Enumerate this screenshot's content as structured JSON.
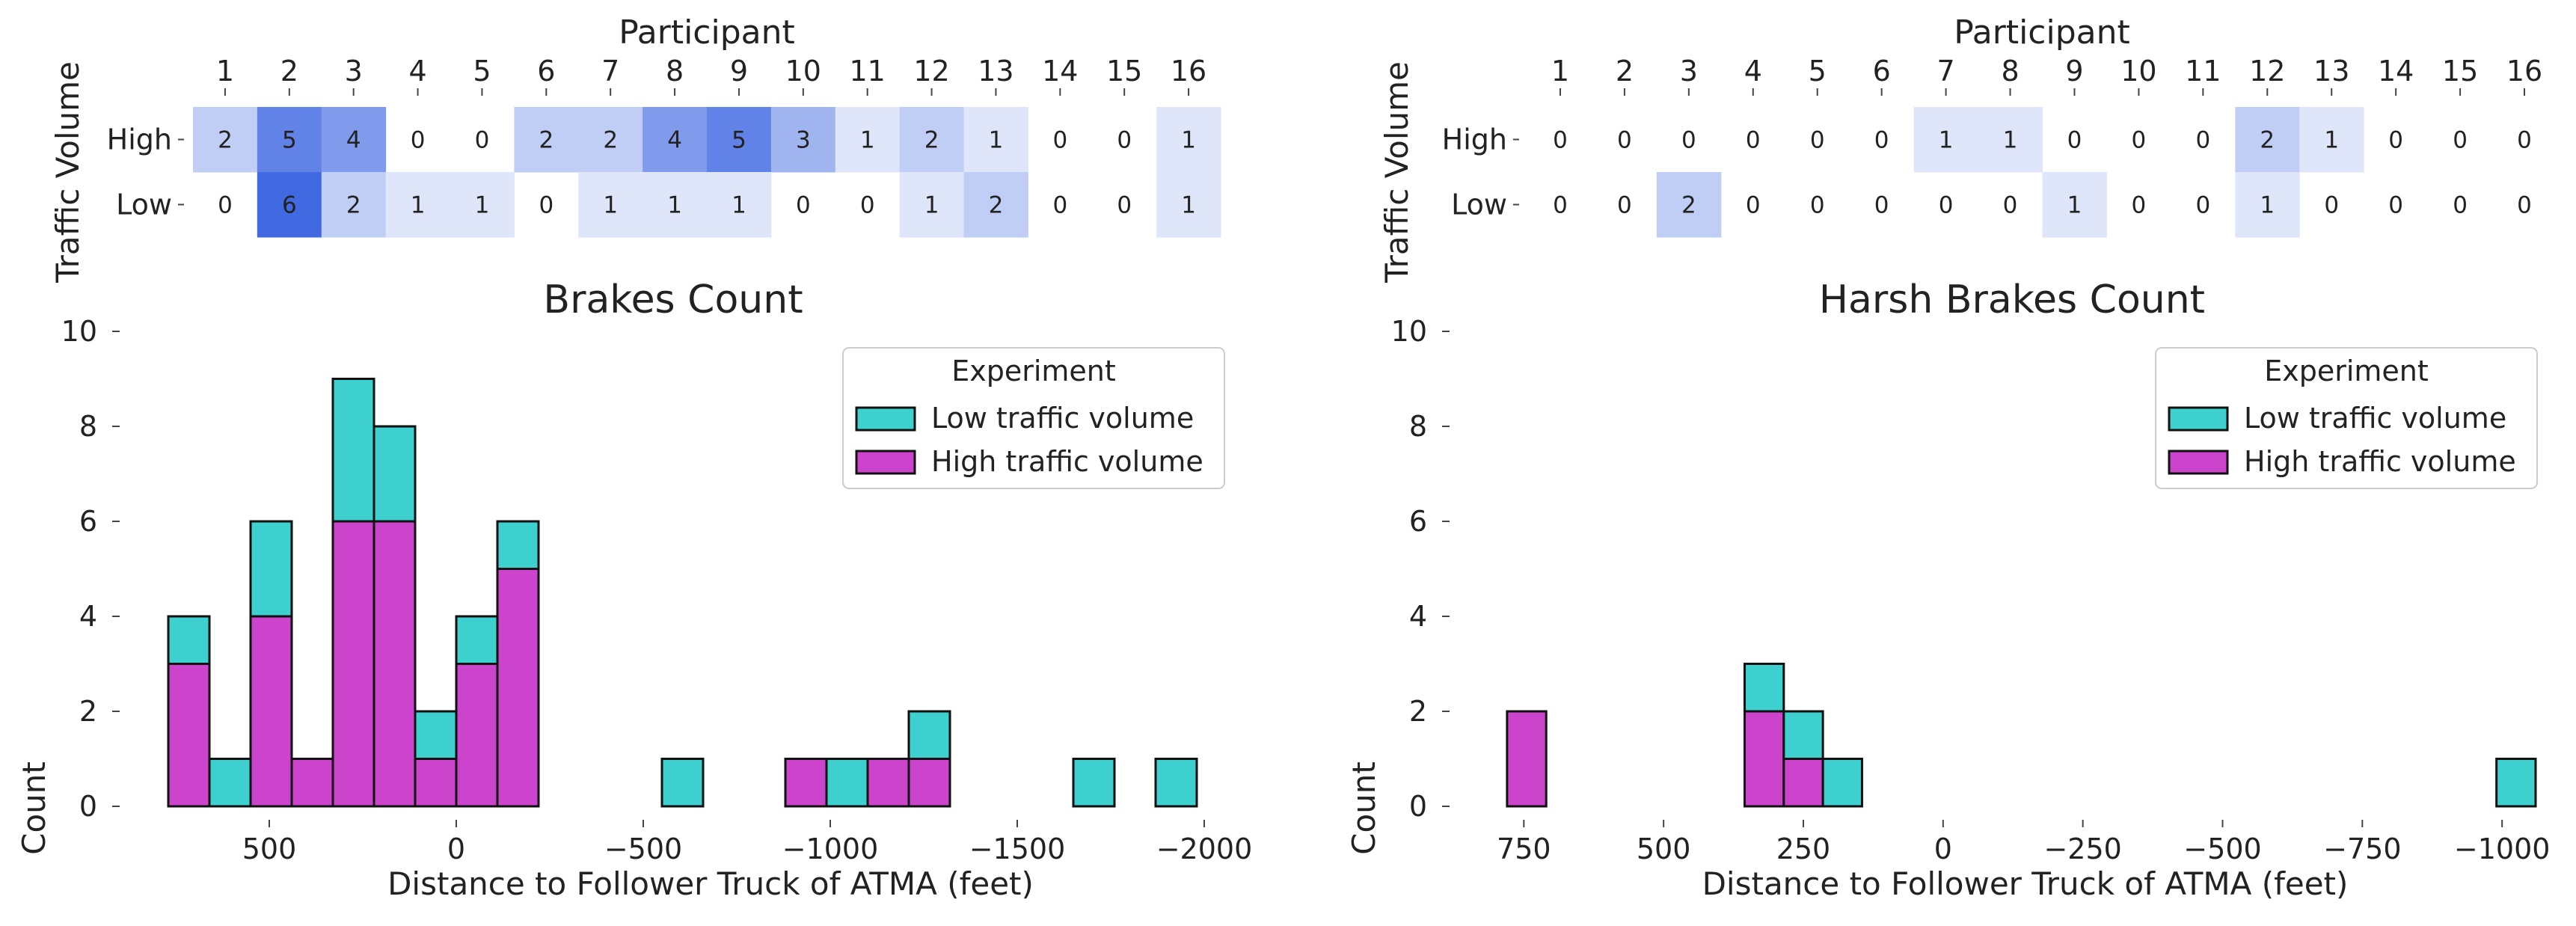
{
  "colors": {
    "low": "#3ECFCF",
    "high": "#CC44CC",
    "heatmap_max": "#4169E1"
  },
  "chart_data": [
    {
      "type": "heatmap",
      "title": "Participant",
      "ylabel": "Traffic Volume",
      "x": [
        "1",
        "2",
        "3",
        "4",
        "5",
        "6",
        "7",
        "8",
        "9",
        "10",
        "11",
        "12",
        "13",
        "14",
        "15",
        "16"
      ],
      "rows": [
        "High",
        "Low"
      ],
      "values": [
        [
          2,
          5,
          4,
          0,
          0,
          2,
          2,
          4,
          5,
          3,
          1,
          2,
          1,
          0,
          0,
          1
        ],
        [
          0,
          6,
          2,
          1,
          1,
          0,
          1,
          1,
          1,
          0,
          0,
          1,
          2,
          0,
          0,
          1
        ]
      ]
    },
    {
      "type": "bar",
      "stacked": true,
      "title": "Brakes Count",
      "xlabel": "Distance to Follower Truck of ATMA (feet)",
      "ylabel": "Count",
      "xlim": [
        770,
        -2050
      ],
      "xticks": [
        500,
        0,
        -500,
        -1000,
        -1500,
        -2000
      ],
      "xtick_labels": [
        "500",
        "0",
        "−500",
        "−1000",
        "−1500",
        "−2000"
      ],
      "ylim": [
        0,
        10
      ],
      "yticks": [
        0,
        2,
        4,
        6,
        8,
        10
      ],
      "bin_edges": [
        770,
        660,
        550,
        440,
        330,
        220,
        110,
        0,
        -110,
        -550,
        -660,
        -880,
        -990,
        -1100,
        -1210,
        -1650,
        -1760,
        -1870,
        -1980
      ],
      "bins": [
        {
          "x0": 770,
          "x1": 660,
          "high": 3,
          "low": 1
        },
        {
          "x0": 660,
          "x1": 550,
          "high": 0,
          "low": 1
        },
        {
          "x0": 550,
          "x1": 440,
          "high": 4,
          "low": 2
        },
        {
          "x0": 440,
          "x1": 330,
          "high": 1,
          "low": 0
        },
        {
          "x0": 330,
          "x1": 220,
          "high": 6,
          "low": 3
        },
        {
          "x0": 220,
          "x1": 110,
          "high": 6,
          "low": 2
        },
        {
          "x0": 110,
          "x1": 0,
          "high": 1,
          "low": 1
        },
        {
          "x0": 0,
          "x1": -110,
          "high": 3,
          "low": 1
        },
        {
          "x0": -110,
          "x1": -220,
          "high": 5,
          "low": 1
        },
        {
          "x0": -550,
          "x1": -660,
          "high": 0,
          "low": 1
        },
        {
          "x0": -880,
          "x1": -990,
          "high": 1,
          "low": 0
        },
        {
          "x0": -990,
          "x1": -1100,
          "high": 0,
          "low": 1
        },
        {
          "x0": -1100,
          "x1": -1210,
          "high": 1,
          "low": 0
        },
        {
          "x0": -1210,
          "x1": -1320,
          "high": 1,
          "low": 1
        },
        {
          "x0": -1650,
          "x1": -1760,
          "high": 0,
          "low": 1
        },
        {
          "x0": -1870,
          "x1": -1980,
          "high": 0,
          "low": 1
        }
      ],
      "legend": {
        "title": "Experiment",
        "placement": "top-right",
        "entries": [
          "Low traffic volume",
          "High traffic volume"
        ]
      }
    },
    {
      "type": "heatmap",
      "title": "Participant",
      "ylabel": "Traffic Volume",
      "x": [
        "1",
        "2",
        "3",
        "4",
        "5",
        "6",
        "7",
        "8",
        "9",
        "10",
        "11",
        "12",
        "13",
        "14",
        "15",
        "16"
      ],
      "rows": [
        "High",
        "Low"
      ],
      "values": [
        [
          0,
          0,
          0,
          0,
          0,
          0,
          1,
          1,
          0,
          0,
          0,
          2,
          1,
          0,
          0,
          0
        ],
        [
          0,
          0,
          2,
          0,
          0,
          0,
          0,
          0,
          1,
          0,
          0,
          1,
          0,
          0,
          0,
          0
        ]
      ]
    },
    {
      "type": "bar",
      "stacked": true,
      "title": "Harsh Brakes Count",
      "xlabel": "Distance to Follower Truck of ATMA (feet)",
      "ylabel": "Count",
      "xlim": [
        820,
        -1060
      ],
      "xticks": [
        750,
        500,
        250,
        0,
        -250,
        -500,
        -750,
        -1000
      ],
      "xtick_labels": [
        "750",
        "500",
        "250",
        "0",
        "−250",
        "−500",
        "−750",
        "−1000"
      ],
      "ylim": [
        0,
        10
      ],
      "yticks": [
        0,
        2,
        4,
        6,
        8,
        10
      ],
      "bin_edges": [
        780,
        710,
        355,
        285,
        215,
        145,
        -990,
        -1060
      ],
      "bins": [
        {
          "x0": 780,
          "x1": 710,
          "high": 2,
          "low": 0
        },
        {
          "x0": 355,
          "x1": 285,
          "high": 2,
          "low": 1
        },
        {
          "x0": 285,
          "x1": 215,
          "high": 1,
          "low": 1
        },
        {
          "x0": 215,
          "x1": 145,
          "high": 0,
          "low": 1
        },
        {
          "x0": -990,
          "x1": -1060,
          "high": 0,
          "low": 1
        }
      ],
      "legend": {
        "title": "Experiment",
        "placement": "top-right",
        "entries": [
          "Low traffic volume",
          "High traffic volume"
        ]
      }
    }
  ]
}
